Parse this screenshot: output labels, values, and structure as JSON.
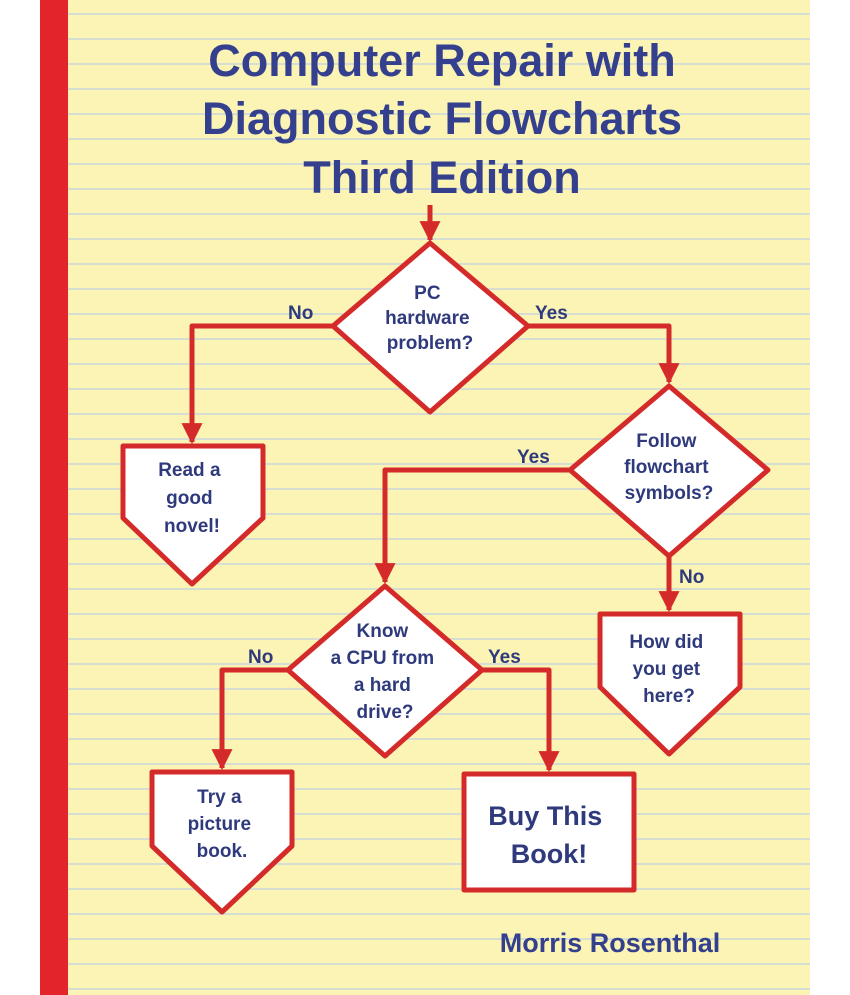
{
  "book": {
    "title_lines": [
      "Computer Repair with",
      "Diagnostic Flowcharts",
      "Third Edition"
    ],
    "author": "Morris Rosenthal"
  },
  "colors": {
    "paper": "#fbf4b4",
    "rule_line": "#c9d7dd",
    "margin_bar": "#e3242b",
    "title_text": "#34408e",
    "node_text": "#2f3a7c",
    "flow_line": "#d42a2a",
    "node_fill": "#ffffff"
  },
  "flowchart": {
    "decision_pc_hardware": [
      "PC",
      "hardware",
      "problem?"
    ],
    "decision_follow_symbols": [
      "Follow",
      "flowchart",
      "symbols?"
    ],
    "decision_know_cpu": [
      "Know",
      "a CPU from",
      "a hard",
      "drive?"
    ],
    "terminal_read_novel": [
      "Read a",
      "good",
      "novel!"
    ],
    "terminal_how_did_you": [
      "How did",
      "you get",
      "here?"
    ],
    "terminal_picture_book": [
      "Try a",
      "picture",
      "book."
    ],
    "terminal_buy_book": [
      "Buy This",
      "Book!"
    ],
    "labels": {
      "pc_no": "No",
      "pc_yes": "Yes",
      "follow_yes": "Yes",
      "follow_no": "No",
      "cpu_no": "No",
      "cpu_yes": "Yes"
    }
  }
}
